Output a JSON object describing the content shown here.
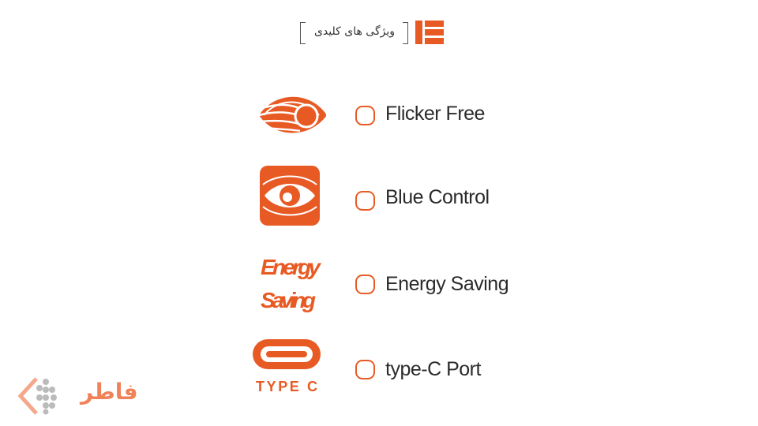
{
  "header": {
    "title": "ویژگی های کلیدی",
    "icon": "list-menu-icon"
  },
  "features": [
    {
      "label": "Flicker Free",
      "icon": "eye-flicker-icon",
      "checked": false
    },
    {
      "label": "Blue Control",
      "icon": "eye-blue-control-icon",
      "checked": false
    },
    {
      "label": "Energy Saving",
      "icon": "energy-saving-icon",
      "icon_text": [
        "Energy",
        "Saving"
      ],
      "checked": false
    },
    {
      "label": "type-C Port",
      "icon": "type-c-port-icon",
      "icon_text": "TYPE C",
      "checked": false
    }
  ],
  "logo": {
    "text": "فاطر",
    "icon": "fater-logo-icon"
  },
  "colors": {
    "accent": "#e85a24",
    "text": "#2b2b2b",
    "logo": "#f0825a"
  }
}
